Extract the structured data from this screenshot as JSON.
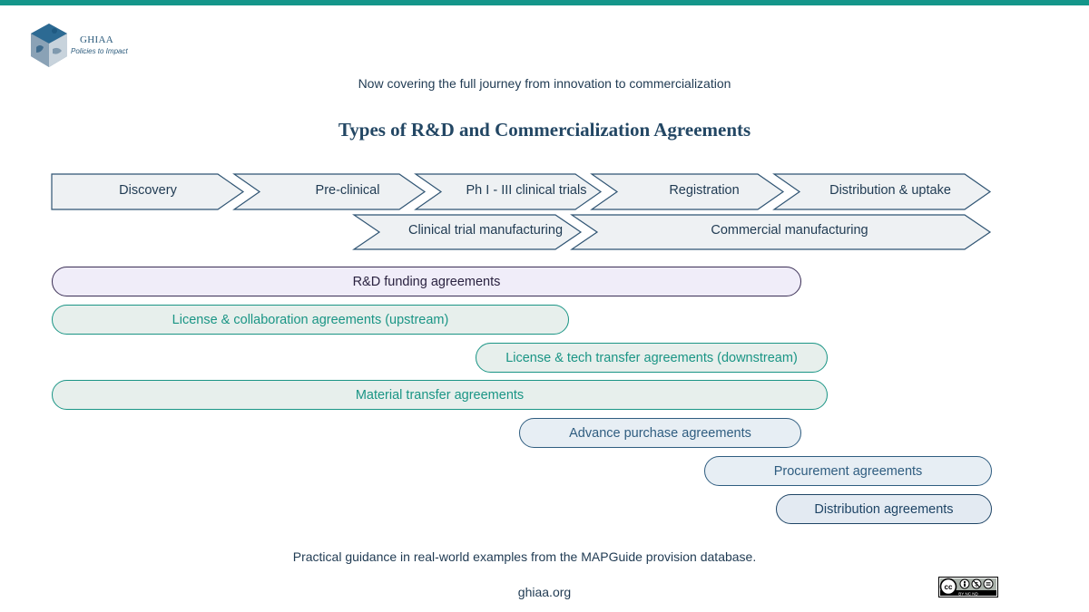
{
  "logo": {
    "name": "GHIAA",
    "tagline": "Policies to Impact"
  },
  "subtitle": "Now covering the full journey from innovation to commercialization",
  "title": "Types of R&D and Commercialization Agreements",
  "colors": {
    "accent_bar": "#14968a",
    "chevron_fill": "#eef1f3",
    "chevron_stroke": "#2f5473",
    "purple_fill": "#f0edf9",
    "purple_stroke": "#3a2e55",
    "teal_fill": "#e7efec",
    "teal_stroke": "#1a9585",
    "blue_fill": "#e7eef4",
    "blue_stroke": "#2f5d80",
    "navy_fill": "#e3eaf2",
    "navy_stroke": "#1f4566"
  },
  "stages_row1": [
    {
      "label": "Discovery"
    },
    {
      "label": "Pre-clinical"
    },
    {
      "label": "Ph I - III clinical trials"
    },
    {
      "label": "Registration"
    },
    {
      "label": "Distribution & uptake"
    }
  ],
  "stages_row2": [
    {
      "label": "Clinical trial manufacturing"
    },
    {
      "label": "Commercial manufacturing"
    }
  ],
  "agreements": [
    {
      "label": "R&D funding agreements",
      "style": "purple"
    },
    {
      "label": "License & collaboration agreements (upstream)",
      "style": "teal"
    },
    {
      "label": "License & tech transfer agreements (downstream)",
      "style": "teal"
    },
    {
      "label": "Material transfer agreements",
      "style": "teal"
    },
    {
      "label": "Advance purchase agreements",
      "style": "blue"
    },
    {
      "label": "Procurement agreements",
      "style": "blue"
    },
    {
      "label": "Distribution agreements",
      "style": "navy"
    }
  ],
  "footer": {
    "guidance": "Practical guidance in real-world examples from the MAPGuide provision database.",
    "website": "ghiaa.org"
  },
  "license_badge": {
    "icon": "cc-by-nc-nd-icon",
    "text": "BY NC ND"
  }
}
